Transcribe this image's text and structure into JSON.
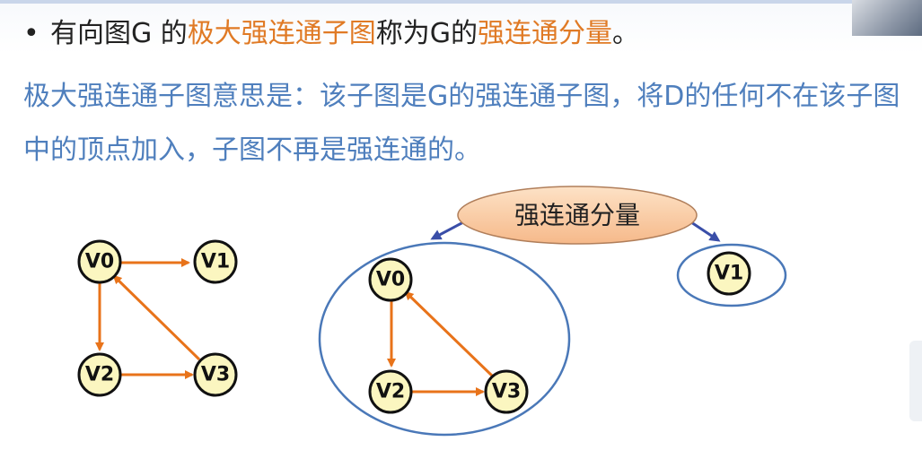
{
  "header": {
    "bullet": "•",
    "seg1": "有向图G 的",
    "seg2": "极大强连通子图",
    "seg3": "称为G的",
    "seg4": "强连通分量",
    "seg5": "。"
  },
  "description": "极大强连通子图意思是：该子图是G的强连通子图，将D的任何不在该子图中的顶点加入，子图不再是强连通的。",
  "callout": {
    "label": "强连通分量"
  },
  "graph": {
    "nodes": {
      "v0": "V0",
      "v1": "V1",
      "v2": "V2",
      "v3": "V3"
    }
  },
  "components": {
    "big": {
      "v0": "V0",
      "v2": "V2",
      "v3": "V3"
    },
    "small": {
      "v1": "V1"
    }
  },
  "colors": {
    "edge": "#e8731a",
    "node_fill": "#fbf6c0",
    "outline_blue": "#4a78b8",
    "highlight": "#e07a25",
    "text_blue": "#4f7fbd"
  }
}
